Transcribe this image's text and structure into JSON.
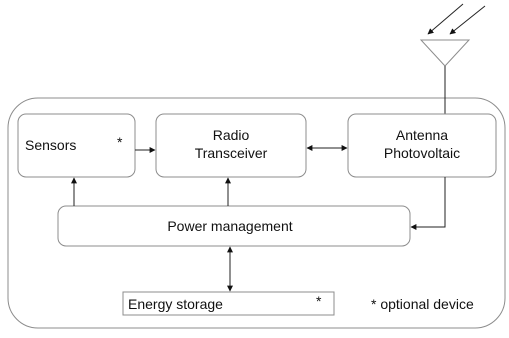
{
  "nodes": {
    "sensors": {
      "label": "Sensors",
      "marker": "*"
    },
    "radio": {
      "line1": "Radio",
      "line2": "Transceiver"
    },
    "antenna": {
      "line1": "Antenna",
      "line2": "Photovoltaic"
    },
    "power": {
      "label": "Power management"
    },
    "energy": {
      "label": "Energy storage",
      "marker": "*"
    }
  },
  "legend": {
    "text": "* optional device"
  },
  "icons": [
    "antenna-icon",
    "incoming-signal-arrows"
  ]
}
